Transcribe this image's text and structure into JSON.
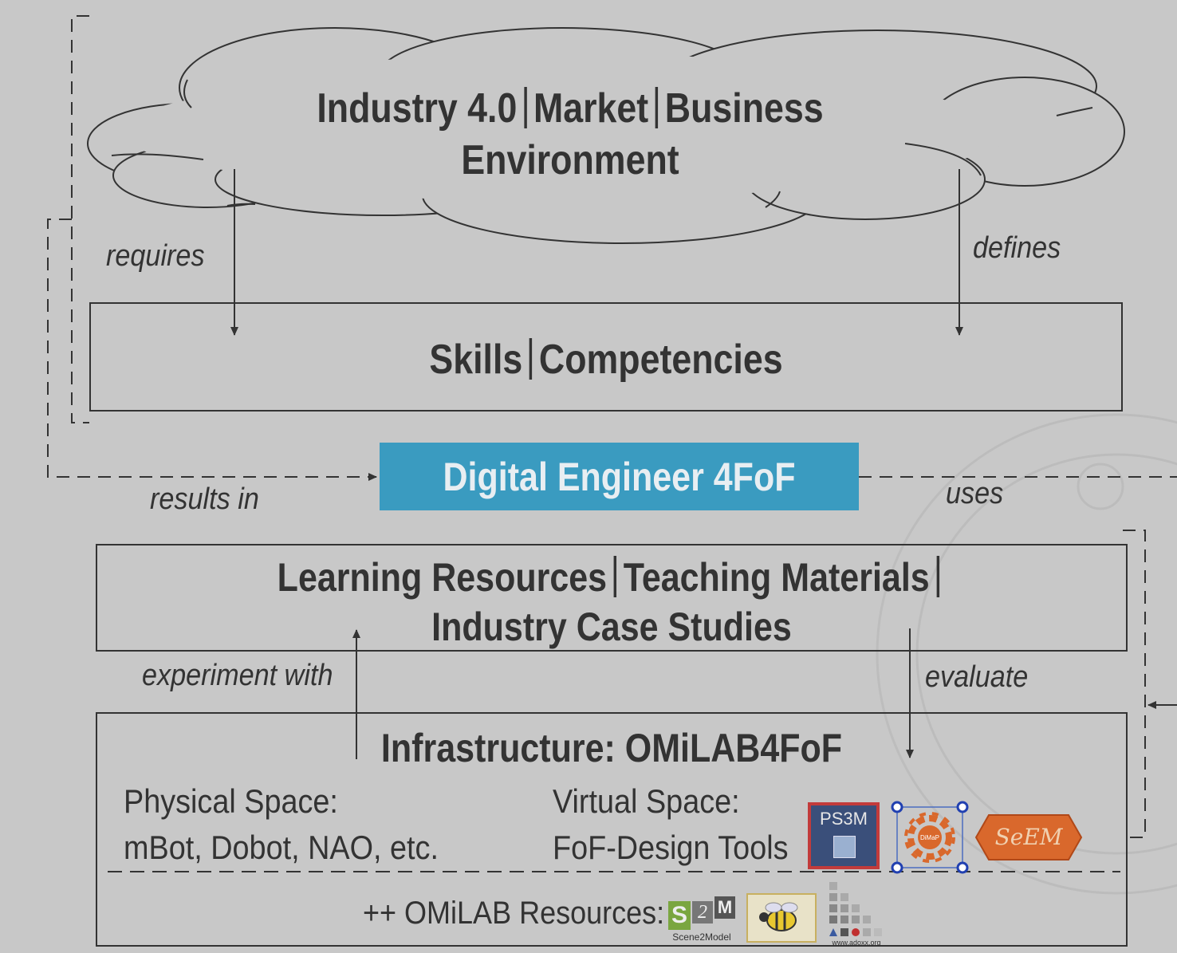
{
  "cloud": {
    "line1": [
      "Industry 4.0",
      "Market",
      "Business"
    ],
    "line2": "Environment"
  },
  "skills": [
    "Skills",
    "Competencies"
  ],
  "engineer": {
    "label": "Digital Engineer 4FoF",
    "color": "#3a9bc0"
  },
  "resources": {
    "line1": [
      "Learning Resources",
      "Teaching Materials"
    ],
    "line2": "Industry Case Studies"
  },
  "infrastructure": {
    "title": "Infrastructure: OMiLAB4FoF",
    "physical_label": "Physical Space:",
    "physical_items": "mBot, Dobot, NAO, etc.",
    "virtual_label": "Virtual Space:",
    "virtual_items": "FoF-Design Tools",
    "omilab_resources": "++ OMiLAB Resources:"
  },
  "edges": {
    "requires": "requires",
    "defines": "defines",
    "results_in": "results in",
    "uses": "uses",
    "experiment_with": "experiment with",
    "evaluate": "evaluate"
  },
  "logos": {
    "ps3m": "PS3M",
    "dimap": "DiMaP",
    "seem": "SeEM",
    "s2m_s": "S",
    "s2m_2": "2",
    "s2m_m": "M",
    "s2m_caption": "Scene2Model",
    "adoxx_caption": "www.adoxx.org"
  }
}
